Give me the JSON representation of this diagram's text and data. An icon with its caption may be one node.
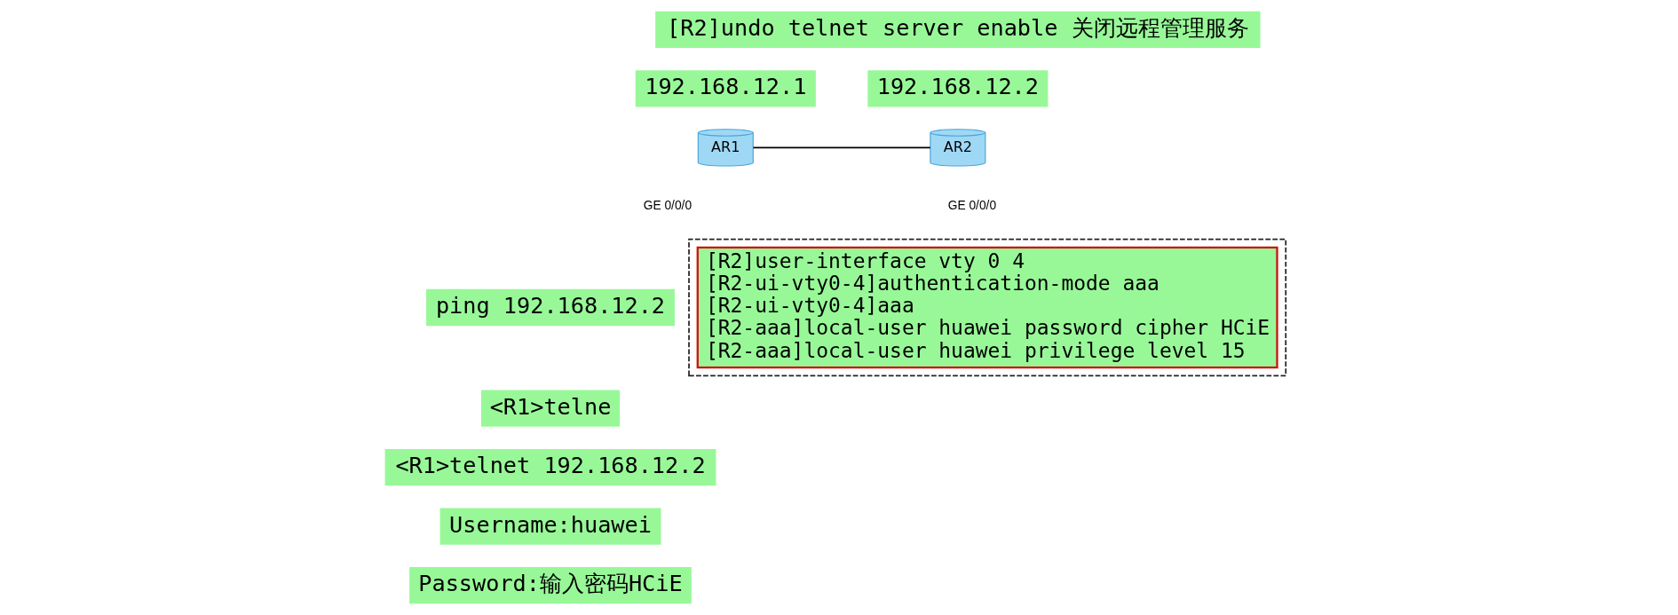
{
  "diagram": {
    "nodes": [
      {
        "text": [
          "AR1"
        ]
      },
      {
        "text": [
          "AR2"
        ]
      },
      {
        "text": [],
        "shape": "box"
      },
      {
        "text": [
          "[R2]user-interface vty 0 4",
          "[R2-ui-vty0-4]authentication-mode aaa",
          "[R2-ui-vty0-4]aaa",
          "[R2-aaa]local-user huawei password cipher HCiE",
          "[R2-aaa]local-user huawei privilege level 15"
        ],
        "in": 2
      }
    ],
    "edges": [
      {
        "from": 0,
        "to": 1,
        "arrow": "none"
      }
    ],
    "labels": [
      "[R2]undo telnet server enable 关闭远程管理服务",
      "192.168.12.1",
      "192.168.12.2",
      "GE 0/0/0",
      "GE 0/0/0",
      "ping 192.168.12.2",
      "<R1>telne",
      "<R1>telnet 192.168.12.2",
      "Username:huawei",
      "Password:输入密码HCiE"
    ]
  }
}
